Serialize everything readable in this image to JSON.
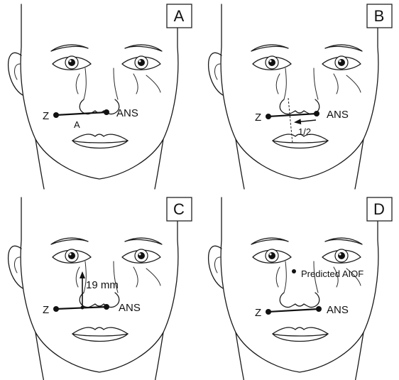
{
  "panels": [
    {
      "id": "A",
      "label": "A",
      "z_label": "Z",
      "ans_label": "ANS",
      "extra_label": "A"
    },
    {
      "id": "B",
      "label": "B",
      "z_label": "Z",
      "ans_label": "ANS",
      "extra_label": "1/2"
    },
    {
      "id": "C",
      "label": "C",
      "z_label": "Z",
      "ans_label": "ANS",
      "extra_label": "19 mm"
    },
    {
      "id": "D",
      "label": "D",
      "z_label": "Z",
      "ans_label": "ANS",
      "extra_label": "Predicted AIOF"
    }
  ]
}
